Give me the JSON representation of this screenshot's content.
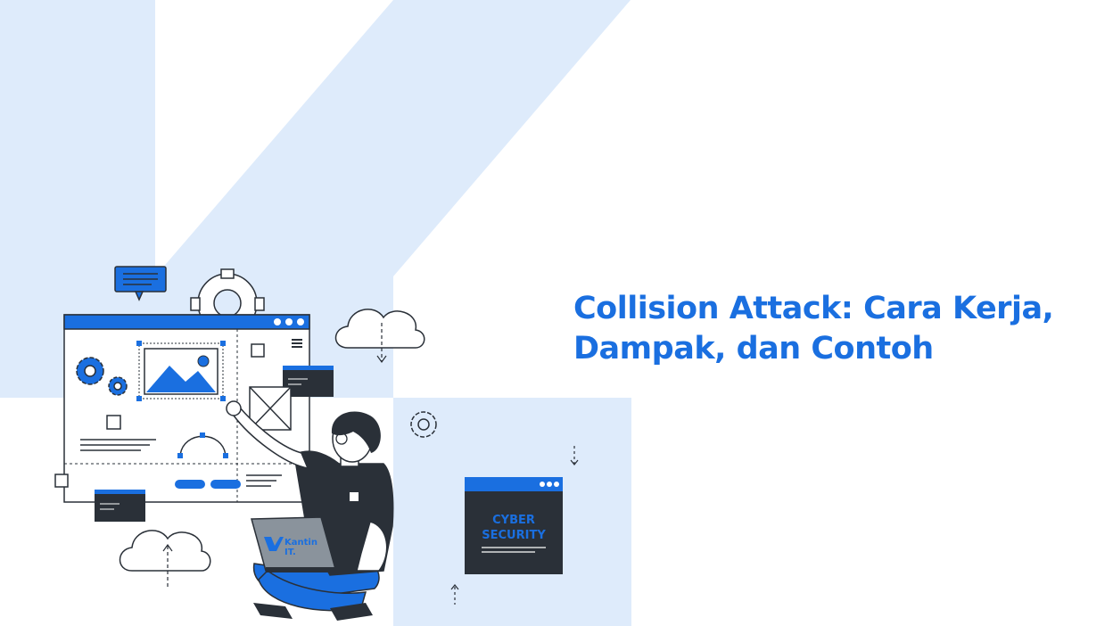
{
  "title": {
    "line1": "Collision Attack: Cara Kerja,",
    "line2": "Dampak, dan Contoh"
  },
  "laptop_logo": {
    "line1": "Kantin",
    "line2": "IT."
  },
  "panel": {
    "line1": "CYBER",
    "line2": "SECURITY"
  },
  "colors": {
    "accent": "#1a6fe0",
    "light_blue": "#deebfb",
    "dark": "#2a3038"
  },
  "icons": [
    "gear-icon",
    "image-icon",
    "chat-bubble-icon",
    "cloud-download-icon",
    "cloud-upload-icon",
    "hamburger-menu-icon",
    "note-icon",
    "kantin-it-logo"
  ]
}
